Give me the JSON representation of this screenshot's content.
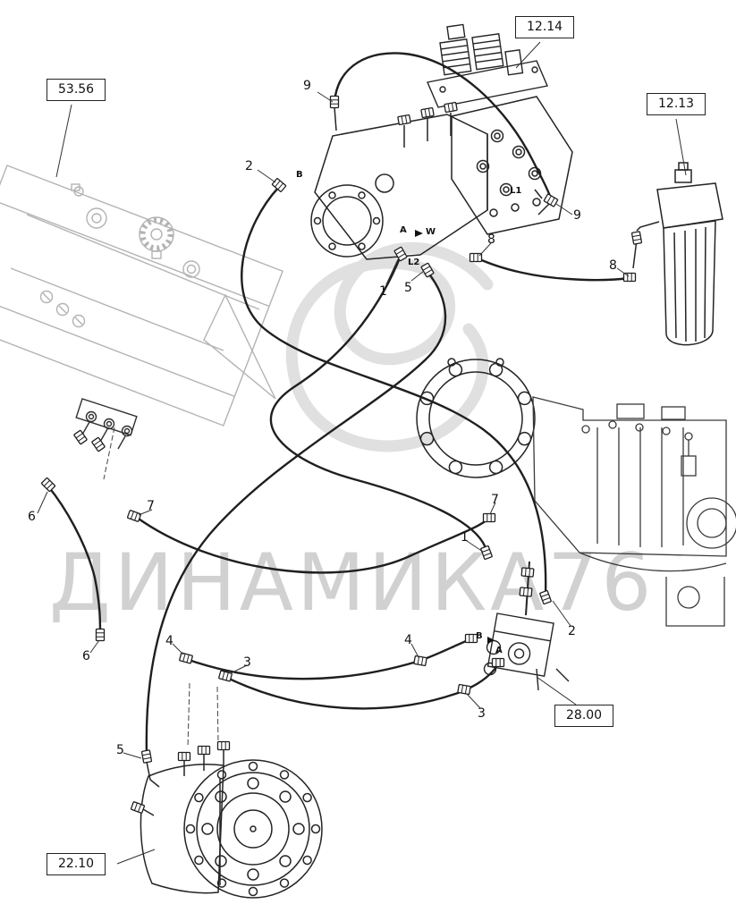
{
  "watermark": {
    "text": "ДИНАМИКА76"
  },
  "ref_boxes": {
    "rb1": {
      "label": "53.56"
    },
    "rb2": {
      "label": "12.14"
    },
    "rb3": {
      "label": "12.13"
    },
    "rb4": {
      "label": "28.00"
    },
    "rb5": {
      "label": "22.10"
    }
  },
  "callouts": [
    {
      "label": "9"
    },
    {
      "label": "2"
    },
    {
      "label": "8"
    },
    {
      "label": "9"
    },
    {
      "label": "8"
    },
    {
      "label": "1"
    },
    {
      "label": "5"
    },
    {
      "label": "6"
    },
    {
      "label": "7"
    },
    {
      "label": "7"
    },
    {
      "label": "1"
    },
    {
      "label": "2"
    },
    {
      "label": "6"
    },
    {
      "label": "4"
    },
    {
      "label": "3"
    },
    {
      "label": "4"
    },
    {
      "label": "3"
    },
    {
      "label": "5"
    }
  ],
  "ports": [
    {
      "label": "B"
    },
    {
      "label": "A"
    },
    {
      "label": "W"
    },
    {
      "label": "L1"
    },
    {
      "label": "L2"
    },
    {
      "label": "B"
    },
    {
      "label": "A"
    }
  ],
  "colors": {
    "line_dark": "#242424",
    "line_ghost": "#b3b3b3",
    "watermark_gray": "#c9c9c9",
    "background": "#ffffff"
  }
}
